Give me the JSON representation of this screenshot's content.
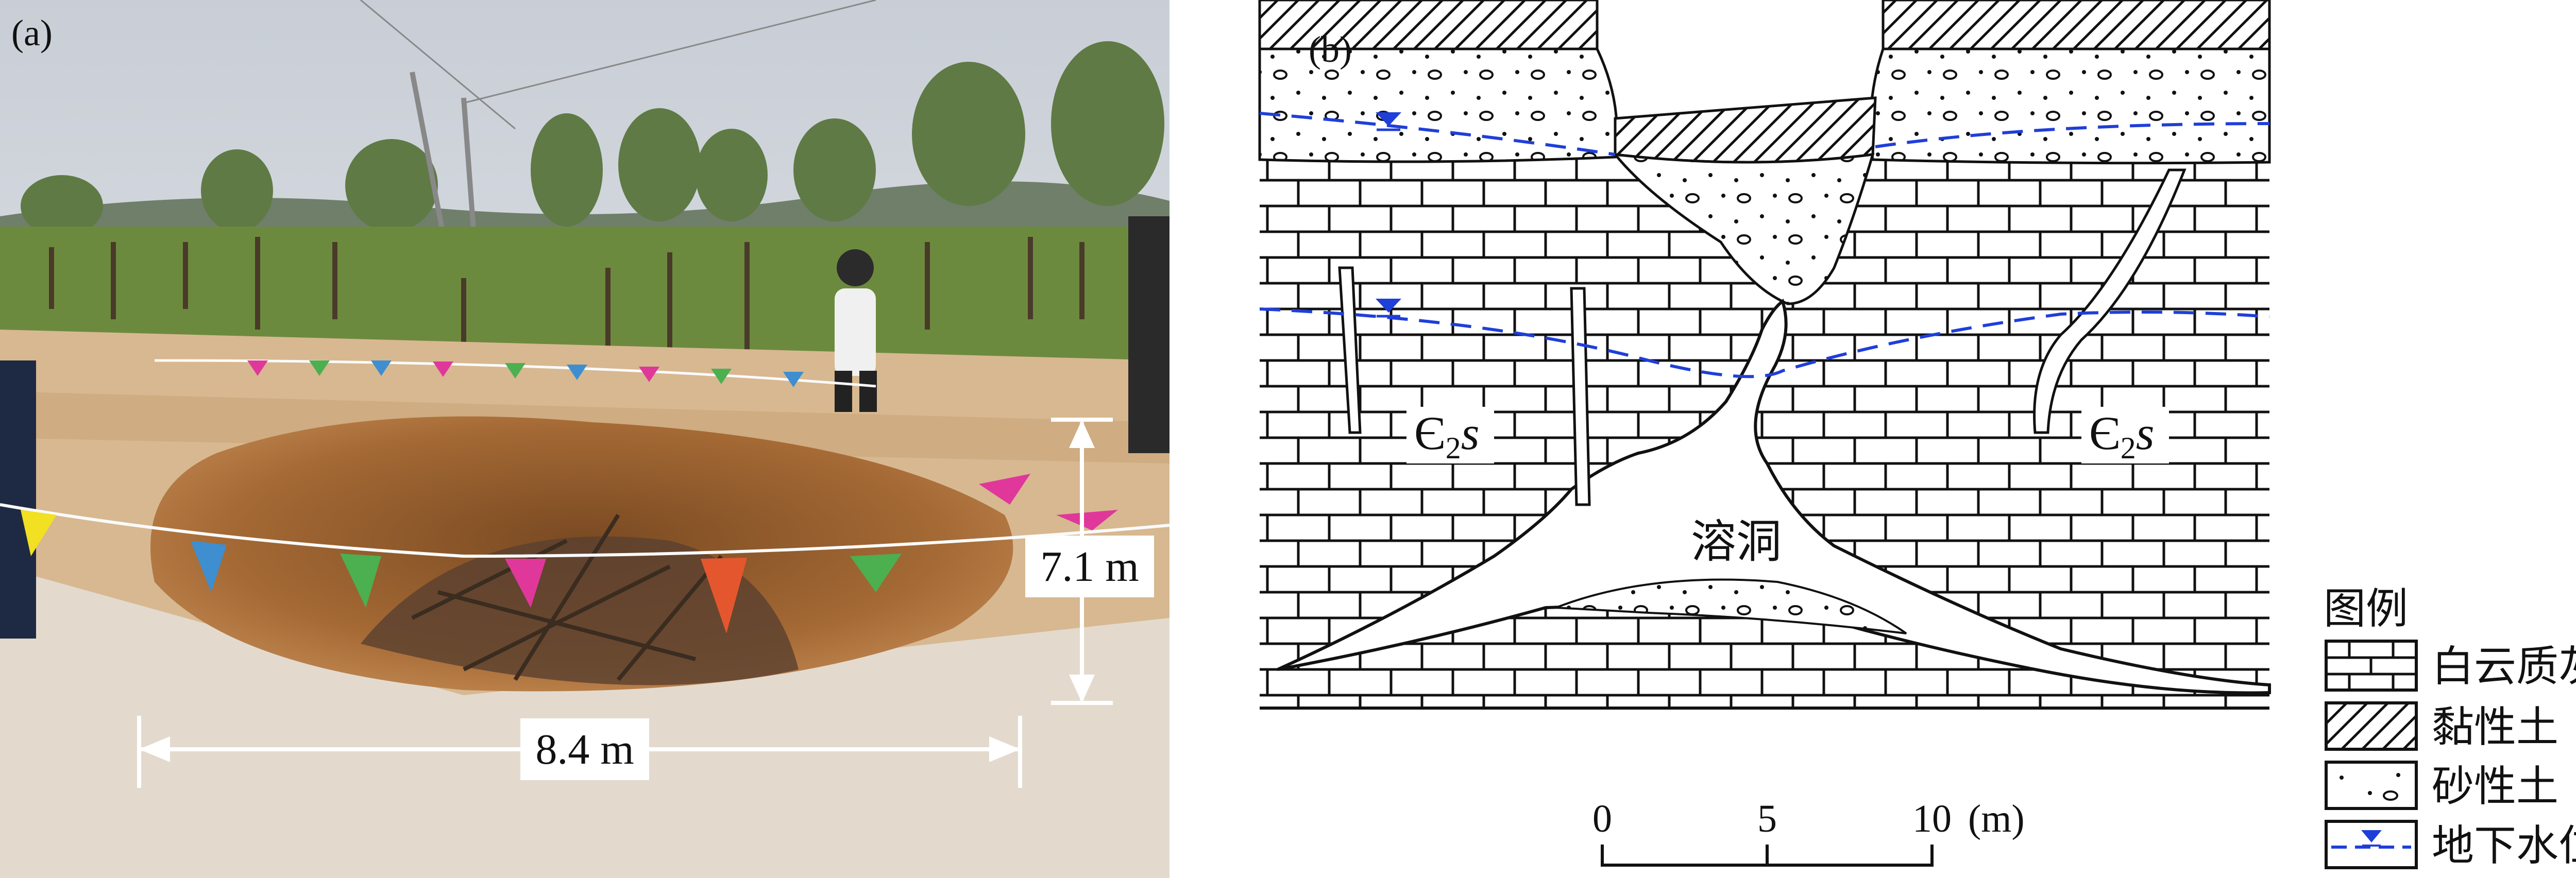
{
  "panel_a": {
    "label": "(a)",
    "height_label": "7.1 m",
    "width_label": "8.4 m"
  },
  "panel_b": {
    "label": "(b)",
    "strata_left": "Є",
    "strata_left_sub": "2",
    "strata_left_s": "s",
    "strata_right": "Є",
    "strata_right_sub": "2",
    "strata_right_s": "s",
    "cave_label": "溶洞",
    "scale": {
      "t0": "0",
      "t5": "5",
      "t10": "10",
      "unit": "(m)"
    }
  },
  "legend": {
    "title": "图例",
    "items": [
      {
        "label": "白云质灰岩",
        "pattern": "brick"
      },
      {
        "label": "黏性土",
        "pattern": "hatch"
      },
      {
        "label": "砂性土",
        "pattern": "dots"
      },
      {
        "label": "地下水位",
        "pattern": "water"
      }
    ]
  },
  "colors": {
    "water": "#1f3fd9",
    "flags": [
      "#e4572e",
      "#3e8ed0",
      "#f2c12e",
      "#4caf50",
      "#e0389a",
      "#ffffff"
    ]
  }
}
